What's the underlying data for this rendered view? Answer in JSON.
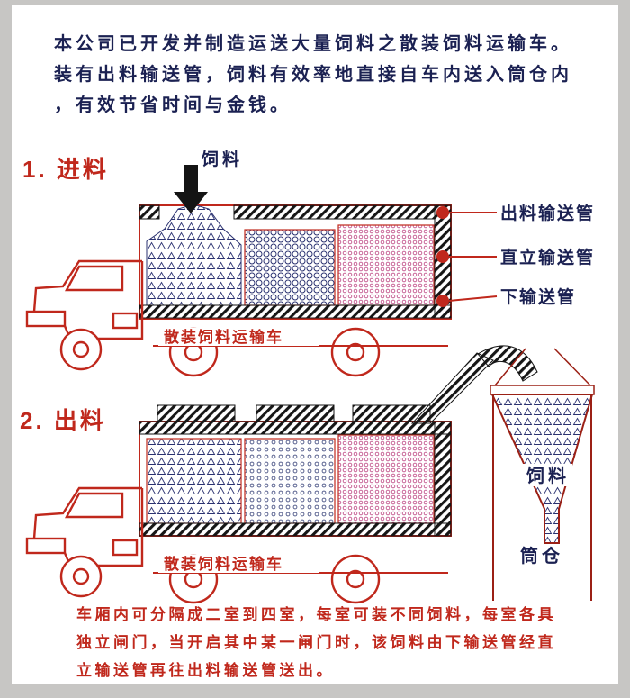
{
  "page": {
    "background": "#c7c6c4",
    "paper": "#ffffff"
  },
  "colors": {
    "red_accent": "#c0281c",
    "dark_red": "#9b2015",
    "navy_text": "#1b2152",
    "black": "#161616",
    "pink_pattern": "#c2548c"
  },
  "icons": {
    "feed_arrow": "filled-down-arrow"
  },
  "intro": {
    "lines": [
      "本公司已开发并制造运送大量饲料之散装饲料运输车。",
      "装有出料输送管，饲料有效率地直接自车内送入筒仓内",
      "，有效节省时间与金钱。"
    ]
  },
  "section1": {
    "heading": "1. 进料",
    "feed_label": "饲料",
    "pipe_labels": [
      "出料输送管",
      "直立输送管",
      "下输送管"
    ],
    "truck_label": "散装饲料运输车"
  },
  "section2": {
    "heading": "2. 出料",
    "truck_label": "散装饲料运输车",
    "silo_feed_label": "饲料",
    "silo_label": "筒仓"
  },
  "footer": {
    "lines": [
      "车厢内可分隔成二室到四室，每室可装不同饲料，每室各具",
      "独立闸门，当开启其中某一闸门时，该饲料由下输送管经直",
      "立输送管再往出料输送管送出。"
    ]
  }
}
